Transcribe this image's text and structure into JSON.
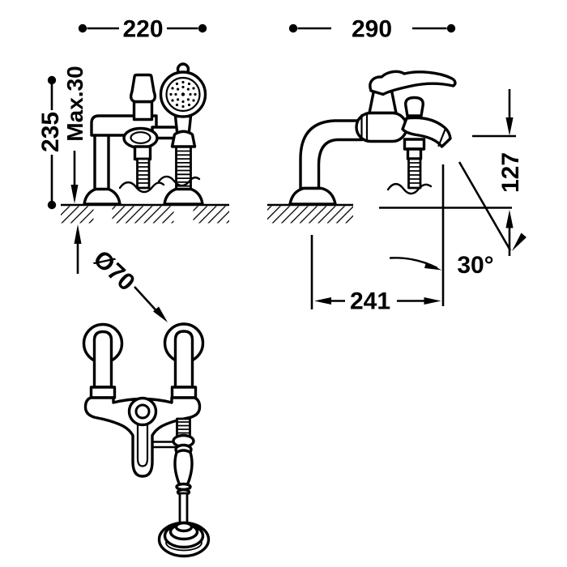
{
  "colors": {
    "background": "#ffffff",
    "line": "#000000"
  },
  "dimensions": {
    "front_view": {
      "width": "220",
      "height": "235",
      "deck_thickness": "Max.30"
    },
    "side_view": {
      "depth": "290",
      "spout_height": "127",
      "spout_angle": "30°",
      "spout_reach": "241"
    },
    "top_view": {
      "base_diameter": "Ø70"
    }
  }
}
